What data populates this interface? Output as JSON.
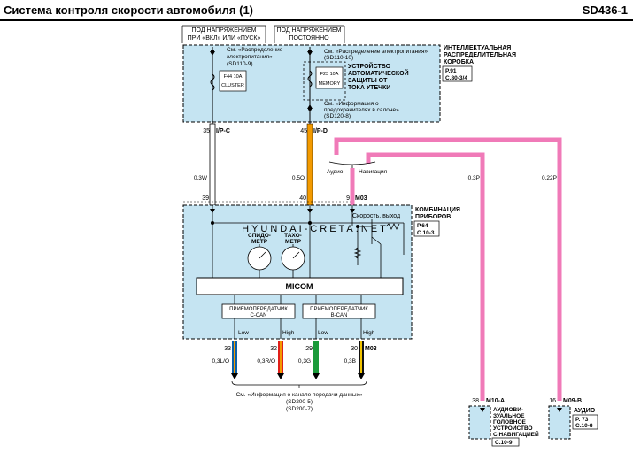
{
  "header": {
    "title": "Система контроля скорости автомобиля (1)",
    "code": "SD436-1"
  },
  "power": {
    "on_key": [
      "ПОД НАПРЯЖЕНИЕМ",
      "ПРИ «ВКЛ» ИЛИ «ПУСК»"
    ],
    "constant": [
      "ПОД НАПРЯЖЕНИЕМ",
      "ПОСТОЯННО"
    ]
  },
  "junction_box": {
    "title": [
      "ИНТЕЛЛЕКТУАЛЬНАЯ",
      "РАСПРЕДЕЛИТЕЛЬНАЯ",
      "КОРОБКА"
    ],
    "ref": [
      "P.91",
      "C.80-3/4"
    ],
    "note_left": [
      "См. «Распределение",
      "электропитания»",
      "(SD110-9)"
    ],
    "note_right": [
      "См. «Распределение электропитания»",
      "(SD110-10)"
    ],
    "note_bottom": [
      "См. «Информация о",
      "предохранителях в салоне»",
      "(SD120-8)"
    ],
    "fuse_left": [
      "F44 10A",
      "CLUSTER"
    ],
    "fuse_right": [
      "F23 10A",
      "MEMORY"
    ],
    "protect_device": [
      "УСТРОЙСТВО",
      "АВТОМАТИЧЕСКОЙ",
      "ЗАЩИТЫ ОТ",
      "ТОКА УТЕЧКИ"
    ]
  },
  "connectors": {
    "ipc_pin": "35",
    "ipc": "I/P-C",
    "ipd_pin": "45",
    "ipd": "I/P-D",
    "m03_a_pin": "39",
    "m03_b_pin": "40",
    "m03_c_pin": "9",
    "m03": "M03",
    "m03_bottom": "M03",
    "m10_pin": "38",
    "m10": "M10-A",
    "m09_pin": "16",
    "m09": "M09-B"
  },
  "wires": {
    "w1": "0,3W",
    "w2": "0,5O",
    "w3": "0,3P",
    "w4": "0,22P",
    "can_lo_pin": "33",
    "can_hi_pin": "32",
    "bcan_lo_pin": "29",
    "bcan_hi_pin": "30",
    "can_lo": "0,3L/O",
    "can_hi": "0,3R/O",
    "bcan_lo": "0,3G",
    "bcan_hi": "0,3B",
    "colors": {
      "white": "#ffffff",
      "orange": "#f39a00",
      "pink": "#f07ab8",
      "blue": "#0a5fa8",
      "red": "#e0201a",
      "green": "#1a9a3a",
      "yellow": "#f2c400"
    }
  },
  "branch_labels": {
    "audio": "Аудио",
    "nav": "Навигация"
  },
  "cluster": {
    "title": [
      "КОМБИНАЦИЯ",
      "ПРИБОРОВ"
    ],
    "ref": [
      "P.64",
      "C.10-3"
    ],
    "speed_out": "Скорость, выход",
    "speedometer": [
      "СПИДО-",
      "МЕТР"
    ],
    "tachometer": [
      "ТАХО-",
      "МЕТР"
    ],
    "micom": "MICOM",
    "ccan": [
      "ПРИЕМОПЕРЕДАТЧИК",
      "C-CAN"
    ],
    "bcan": [
      "ПРИЕМОПЕРЕДАТЧИК",
      "B-CAN"
    ],
    "low": "Low",
    "high": "High",
    "low2": "Low",
    "high2": "High"
  },
  "can_note": [
    "См. «Информация о канале передачи данных»",
    "(SD200-5)",
    "(SD200-7)"
  ],
  "watermark": "HYUNDAI-CRETA.NET",
  "head_unit": {
    "title": [
      "АУДИОВИ-",
      "ЗУАЛЬНОЕ",
      "ГОЛОВНОЕ",
      "УСТРОЙСТВО",
      "С НАВИГАЦИЕЙ"
    ],
    "ref": "C.10-9"
  },
  "audio_unit": {
    "title": "АУДИО",
    "ref": [
      "P. 73",
      "C.10-8"
    ]
  }
}
